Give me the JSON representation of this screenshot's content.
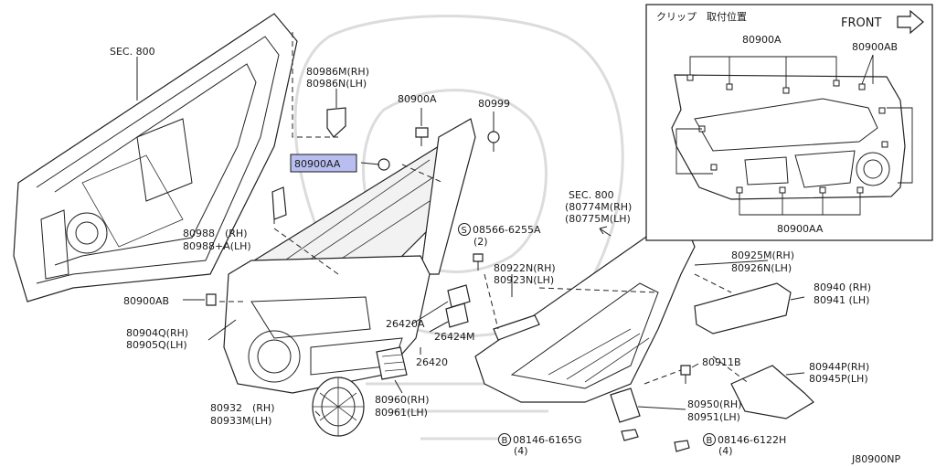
{
  "diagram_code": "J80900NP",
  "inset": {
    "title": "クリップ　取付位置",
    "front_label": "FRONT",
    "label_top": "80900A",
    "label_right": "80900AB",
    "label_bottom": "80900AA"
  },
  "labels": {
    "sec800_top": "SEC. 800",
    "p80986_rh": "80986M(RH)",
    "p80986_lh": "80986N(LH)",
    "p80900a": "80900A",
    "p80999": "80999",
    "p80900aa": "80900AA",
    "p80988_rh": "80988　(RH)",
    "p80988_lh": "80988+A(LH)",
    "sec800_mid": "SEC. 800",
    "sec800_mid_rh": "(80774M(RH)",
    "sec800_mid_lh": "(80775M(LH)",
    "screw_08566": "08566-6255A",
    "screw_08566_qty": "(2)",
    "p80922_rh": "80922N(RH)",
    "p80923_lh": "80923N(LH)",
    "p80925_rh": "80925M(RH)",
    "p80926_lh": "80926N(LH)",
    "p80900ab": "80900AB",
    "p80904_rh": "80904Q(RH)",
    "p80905_lh": "80905Q(LH)",
    "p26420a": "26420A",
    "p26424m": "26424M",
    "p26420": "26420",
    "p80940_rh": "80940 (RH)",
    "p80941_lh": "80941 (LH)",
    "p80911b": "80911B",
    "p80944_rh": "80944P(RH)",
    "p80945_lh": "80945P(LH)",
    "p80932_rh": "80932　(RH)",
    "p80933_lh": "80933M(LH)",
    "p80960_rh": "80960(RH)",
    "p80961_lh": "80961(LH)",
    "p80950_rh": "80950(RH)",
    "p80951_lh": "80951(LH)",
    "bolt_6165": "08146-6165G",
    "bolt_6165_qty": "(4)",
    "bolt_6122": "08146-6122H",
    "bolt_6122_qty": "(4)",
    "circle_s": "S",
    "circle_b": "B"
  },
  "colors": {
    "highlight": "#b8bff0",
    "ink": "#1a1a1a"
  }
}
